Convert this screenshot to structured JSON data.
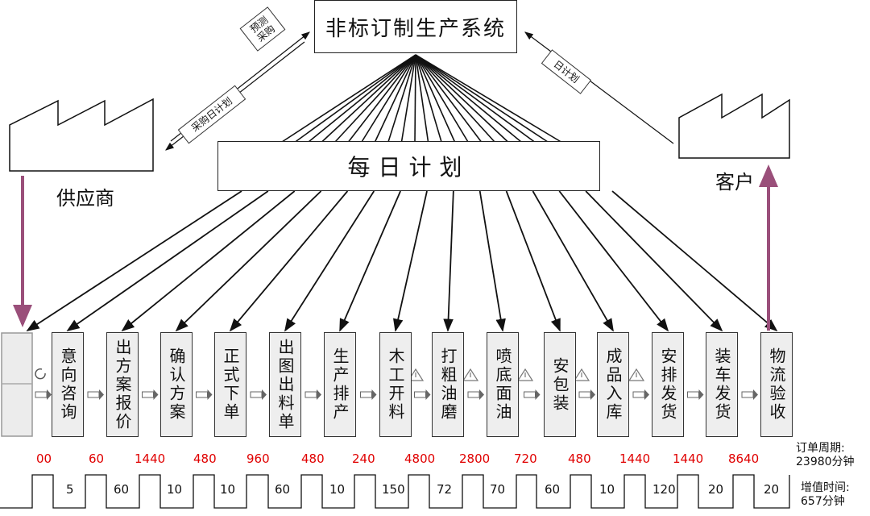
{
  "system": {
    "title": "非标订制生产系统"
  },
  "daily_plan": {
    "title": "每日计划"
  },
  "supplier": {
    "label": "供应商"
  },
  "customer": {
    "label": "客户"
  },
  "tags": {
    "forecast_purchase": [
      "预测",
      "采购"
    ],
    "purchase_daily_plan": "采购日计划",
    "daily_plan_arrow": "日计划"
  },
  "steps": [
    {
      "label": "意向咨询"
    },
    {
      "label": "出方案报价"
    },
    {
      "label": "确认方案"
    },
    {
      "label": "正式下单"
    },
    {
      "label": "出图出料单"
    },
    {
      "label": "生产排产"
    },
    {
      "label": "木工开料"
    },
    {
      "label": "打粗油磨"
    },
    {
      "label": "喷底面油"
    },
    {
      "label": "安包装"
    },
    {
      "label": "成品入库"
    },
    {
      "label": "安排发货"
    },
    {
      "label": "装车发货"
    },
    {
      "label": "物流验收"
    }
  ],
  "wait_times": [
    "00",
    "60",
    "1440",
    "480",
    "960",
    "480",
    "240",
    "4800",
    "2800",
    "720",
    "480",
    "1440",
    "1440",
    "8640"
  ],
  "value_added_times": [
    "5",
    "60",
    "10",
    "10",
    "60",
    "10",
    "150",
    "72",
    "70",
    "60",
    "10",
    "120",
    "20",
    "20"
  ],
  "summary": {
    "order_cycle_label": "订单周期:",
    "order_cycle_value": "23980分钟",
    "value_added_label": "增值时间:",
    "value_added_value": "657分钟"
  },
  "colors": {
    "purple_arrow": "#9a4f7a",
    "wait_time_text": "#e00000",
    "box_fill": "#eeeeee"
  }
}
